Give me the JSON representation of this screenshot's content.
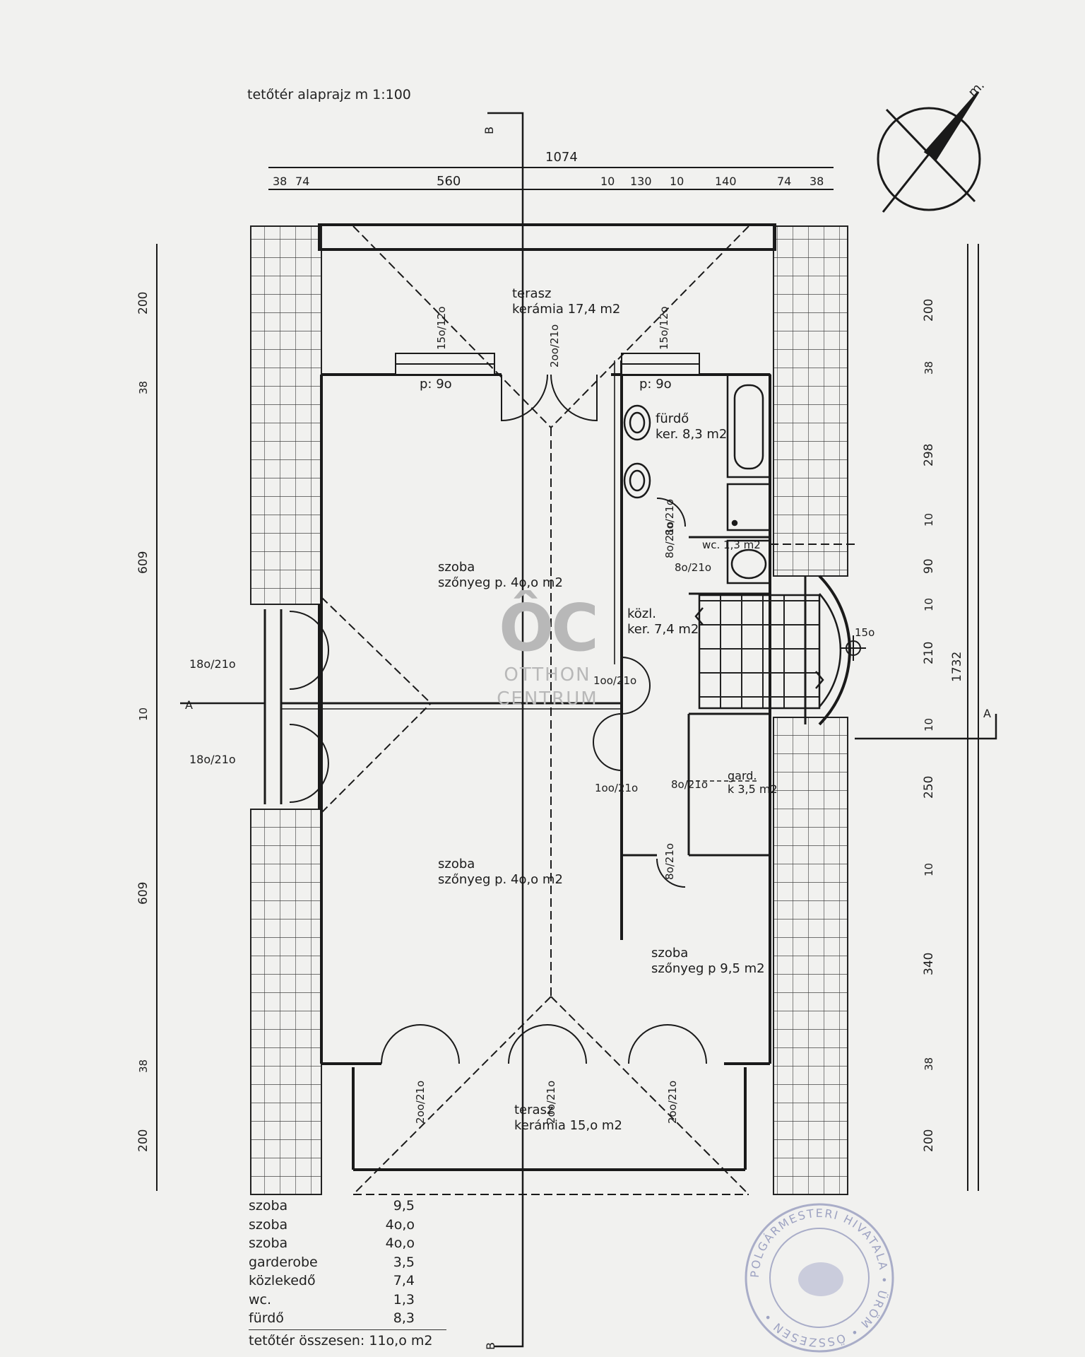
{
  "page": {
    "title": "tetőtér alaprajz  m 1:100"
  },
  "dimensions": {
    "top_total": "1074",
    "top_segments": [
      "38",
      "74",
      "560",
      "10",
      "130",
      "10",
      "140",
      "74",
      "38"
    ],
    "left_segments": [
      "200",
      "38",
      "609",
      "10",
      "609",
      "38",
      "200"
    ],
    "right_total": "1732",
    "right_segments": [
      "200",
      "38",
      "298",
      "10",
      "90",
      "10",
      "210",
      "10",
      "250",
      "10",
      "340",
      "38",
      "200"
    ]
  },
  "rooms": {
    "terrace_top": {
      "name": "terasz",
      "floor": "kerámia 17,4 m2"
    },
    "bathroom": {
      "name": "fürdő",
      "floor": "ker. 8,3  m2",
      "parapet": "p: 9o"
    },
    "room_top": {
      "name": "szoba",
      "floor": "szőnyeg p. 4o,o m2",
      "parapet": "p: 9o"
    },
    "corridor": {
      "name": "közl.",
      "floor": "ker. 7,4 m2"
    },
    "wc": {
      "name": "wc. 1,3 m2"
    },
    "wardrobe": {
      "name": "gard.",
      "floor": "k 3,5 m2"
    },
    "room_bottom": {
      "name": "szoba",
      "floor": "szőnyeg p. 4o,o m2"
    },
    "room_small": {
      "name": "szoba",
      "floor": "szőnyeg p 9,5 m2"
    },
    "terrace_bottom": {
      "name": "terasz",
      "floor": "kerámia 15,o m2"
    }
  },
  "openings": {
    "window_top_left": "15o/12o",
    "door_top_terrace": "2oo/21o",
    "window_top_right": "15o/12o",
    "door_bath": "8o/21o",
    "door_wc_v": "8o/21o",
    "door_wc_h": "8o/21o",
    "window_left_1": "18o/21o",
    "window_left_2": "18o/21o",
    "door_room_top": "1oo/21o",
    "door_room_bottom": "1oo/21o",
    "door_wardrobe": "8o/21o",
    "door_small_room": "8o/21o",
    "door_bottom_1": "2oo/21o",
    "door_bottom_2": "2oo/21o",
    "door_bottom_3": "2oo/21o",
    "stair_radius": "15o"
  },
  "sections": {
    "a_left": "A",
    "a_right": "A",
    "b_top": "B",
    "b_bottom": "B"
  },
  "north": {
    "label": "m."
  },
  "area_table": {
    "rows": [
      {
        "room": "szoba",
        "area": "9,5"
      },
      {
        "room": "szoba",
        "area": "4o,o"
      },
      {
        "room": "szoba",
        "area": "4o,o"
      },
      {
        "room": "garderobe",
        "area": "3,5"
      },
      {
        "room": "közlekedő",
        "area": "7,4"
      },
      {
        "room": "wc.",
        "area": "1,3"
      },
      {
        "room": "fürdő",
        "area": "8,3"
      }
    ],
    "total": "tetőtér összesen: 11o,o m2"
  },
  "watermark": {
    "logo": "ÔC",
    "line1": "OTTHON",
    "line2": "CENTRUM"
  },
  "stamp": {
    "ring_text": "POLGÁRMESTERI HIVATALA • ÜRÖM • ÖSSZESEN •"
  },
  "colors": {
    "paper": "#f1f1ef",
    "ink": "#1f1f1f",
    "watermark": "#b8b8b8",
    "stamp": "#a9adc8"
  }
}
